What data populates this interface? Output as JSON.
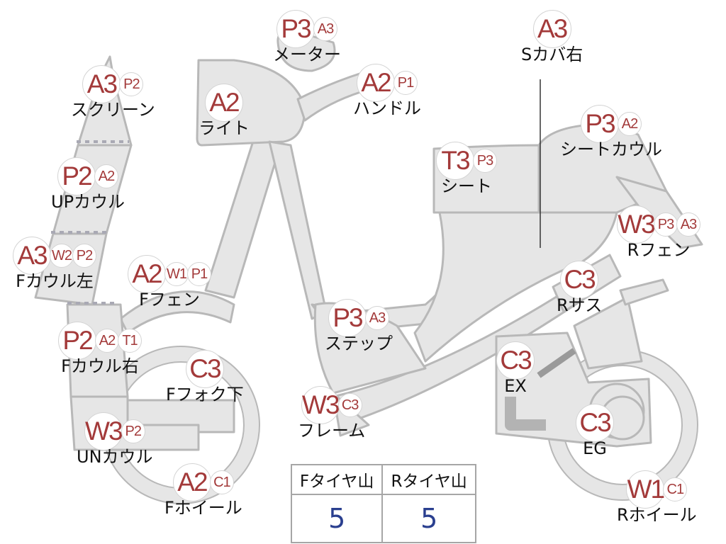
{
  "parts": [
    {
      "id": "meter",
      "grades": [
        "P3",
        "A3"
      ],
      "label": "メーター"
    },
    {
      "id": "s-cover-right",
      "grades": [
        "A3"
      ],
      "label": "Sカバ右"
    },
    {
      "id": "screen",
      "grades": [
        "A3",
        "P2"
      ],
      "label": "スクリーン"
    },
    {
      "id": "light",
      "grades": [
        "A2"
      ],
      "label": "ライト"
    },
    {
      "id": "handle",
      "grades": [
        "A2",
        "P1"
      ],
      "label": "ハンドル"
    },
    {
      "id": "seat-cowl",
      "grades": [
        "P3",
        "A2"
      ],
      "label": "シートカウル"
    },
    {
      "id": "up-cowl",
      "grades": [
        "P2",
        "A2"
      ],
      "label": "UPカウル"
    },
    {
      "id": "seat",
      "grades": [
        "T3",
        "P3"
      ],
      "label": "シート"
    },
    {
      "id": "r-fender",
      "grades": [
        "W3",
        "P3",
        "A3"
      ],
      "label": "Rフェン"
    },
    {
      "id": "f-cowl-left",
      "grades": [
        "A3",
        "W2",
        "P2"
      ],
      "label": "Fカウル左"
    },
    {
      "id": "f-fender",
      "grades": [
        "A2",
        "W1",
        "P1"
      ],
      "label": "Fフェン"
    },
    {
      "id": "r-suspension",
      "grades": [
        "C3"
      ],
      "label": "Rサス"
    },
    {
      "id": "step",
      "grades": [
        "P3",
        "A3"
      ],
      "label": "ステップ"
    },
    {
      "id": "f-cowl-right",
      "grades": [
        "P2",
        "A2",
        "T1"
      ],
      "label": "Fカウル右"
    },
    {
      "id": "f-fork-lower",
      "grades": [
        "C3"
      ],
      "label": "Fフォク下"
    },
    {
      "id": "exhaust",
      "grades": [
        "C3"
      ],
      "label": "EX"
    },
    {
      "id": "frame",
      "grades": [
        "W3",
        "C3"
      ],
      "label": "フレーム"
    },
    {
      "id": "engine",
      "grades": [
        "C3"
      ],
      "label": "EG"
    },
    {
      "id": "un-cowl",
      "grades": [
        "W3",
        "P2"
      ],
      "label": "UNカウル"
    },
    {
      "id": "f-wheel",
      "grades": [
        "A2",
        "C1"
      ],
      "label": "Fホイール"
    },
    {
      "id": "r-wheel",
      "grades": [
        "W1",
        "C1"
      ],
      "label": "Rホイール"
    }
  ],
  "tire_table": {
    "headers": [
      "Fタイヤ山",
      "Rタイヤ山"
    ],
    "values": [
      "5",
      "5"
    ]
  },
  "colors": {
    "body_fill": "#e6e6e6",
    "body_stroke": "#b8b8b8",
    "grade_text": "#a33a3a",
    "tire_value_text": "#2a3f8f"
  }
}
